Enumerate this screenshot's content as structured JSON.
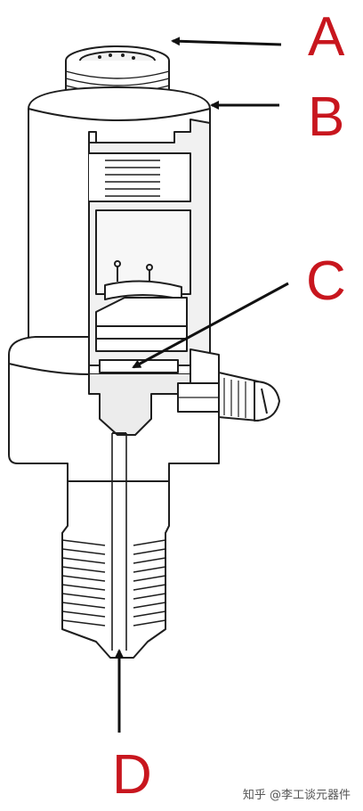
{
  "labels": {
    "a": "A",
    "b": "B",
    "c": "C",
    "d": "D"
  },
  "watermark": "知乎 @李工谈元器件",
  "colors": {
    "label": "#c8161e",
    "outline": "#1e1e1e",
    "body": "#ffffff",
    "shade": "#e6e6e6"
  }
}
